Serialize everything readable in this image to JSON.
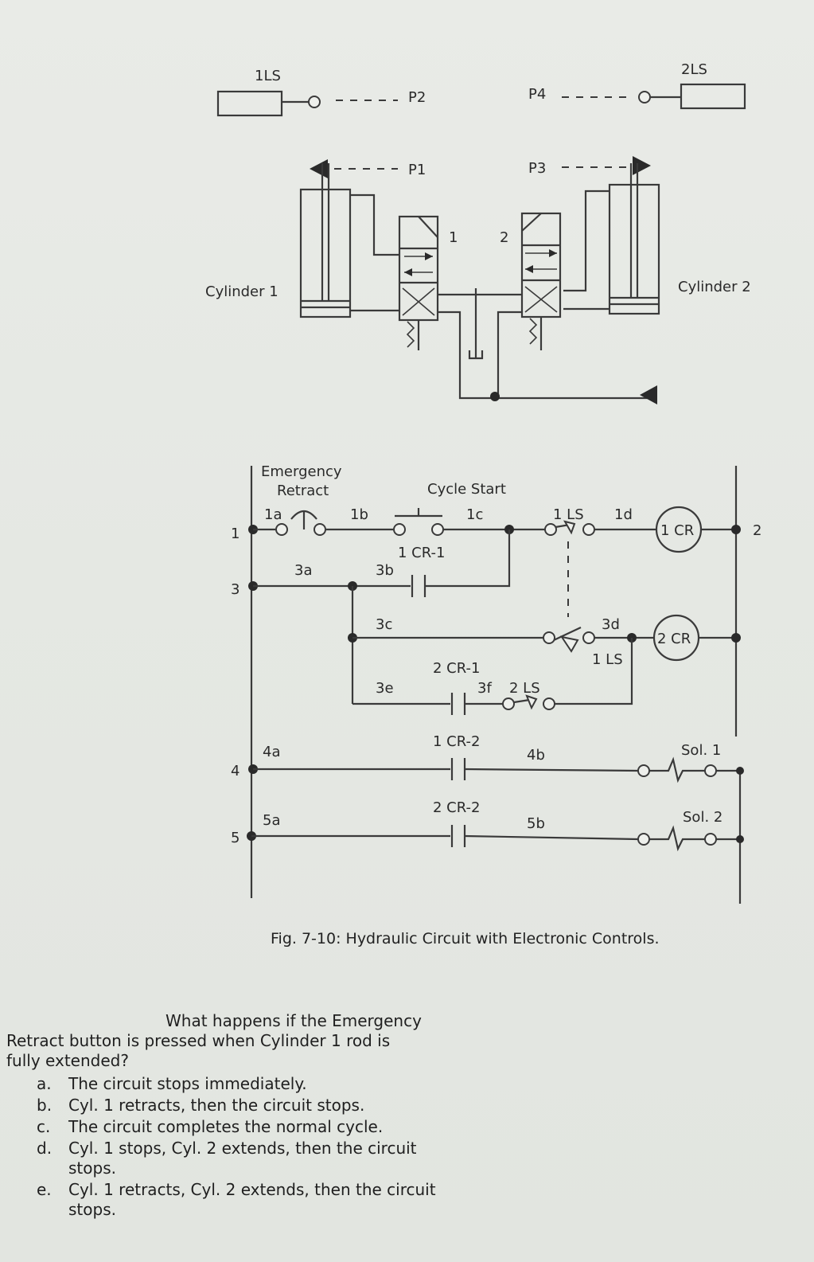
{
  "hydraulic": {
    "limit_switch_1": "1LS",
    "limit_switch_2": "2LS",
    "p1": "P1",
    "p2": "P2",
    "p3": "P3",
    "p4": "P4",
    "valve_1_label": "1",
    "valve_2_label": "2",
    "cylinder_1": "Cylinder 1",
    "cylinder_2": "Cylinder 2"
  },
  "ladder": {
    "emergency_line1": "Emergency",
    "emergency_line2": "Retract",
    "cycle_start": "Cycle Start",
    "rungs": [
      "1",
      "3",
      "4",
      "5"
    ],
    "right_rail_label": "2",
    "labels": {
      "n1a": "1a",
      "n1b": "1b",
      "n1c": "1c",
      "n1d": "1d",
      "ls1_top": "1 LS",
      "cr1": "1 CR",
      "cr1_1": "1 CR-1",
      "n3a": "3a",
      "n3b": "3b",
      "n3c": "3c",
      "n3d": "3d",
      "ls1_bottom": "1 LS",
      "cr2": "2 CR",
      "cr2_1": "2 CR-1",
      "n3e": "3e",
      "n3f": "3f",
      "ls2": "2 LS",
      "n4a": "4a",
      "cr1_2": "1 CR-2",
      "n4b": "4b",
      "sol1": "Sol. 1",
      "n5a": "5a",
      "cr2_2": "2 CR-2",
      "n5b": "5b",
      "sol2": "Sol. 2"
    }
  },
  "caption": "Fig. 7-10: Hydraulic Circuit with Electronic Controls.",
  "question": {
    "line1": "What happens if the Emergency",
    "line2": "Retract button is pressed when Cylinder 1 rod is",
    "line3": "fully extended?",
    "options": [
      {
        "letter": "a.",
        "text": "The circuit stops immediately."
      },
      {
        "letter": "b.",
        "text": "Cyl. 1 retracts, then the circuit stops."
      },
      {
        "letter": "c.",
        "text": "The circuit completes the normal cycle."
      },
      {
        "letter": "d.",
        "text": "Cyl. 1 stops, Cyl. 2 extends, then the circuit stops."
      },
      {
        "letter": "e.",
        "text": "Cyl. 1 retracts, Cyl. 2 extends, then the circuit stops."
      }
    ]
  }
}
